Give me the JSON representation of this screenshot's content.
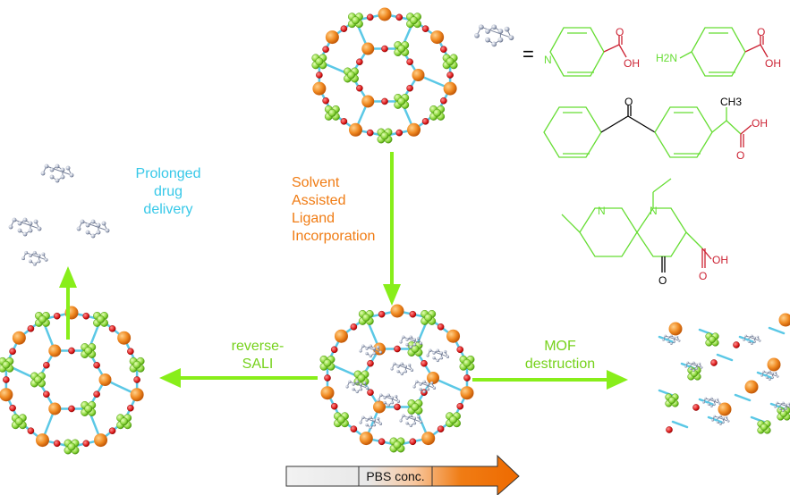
{
  "labels": {
    "sali": "Solvent\nAssisted\nLigand\nIncorporation",
    "prolonged": "Prolonged\ndrug\ndelivery",
    "reverse_sali": "reverse-\nSALI",
    "mof_destruction": "MOF\ndestruction",
    "pbs": "PBS conc.",
    "equals": "="
  },
  "molecules": {
    "pyridine_n": "N",
    "amine": "H2N",
    "oh1": "OH",
    "o1": "O",
    "oh2": "OH",
    "o2": "O",
    "ch3": "CH3",
    "oh3": "OH",
    "o3": "O",
    "o_keto": "O",
    "n_a": "N",
    "n_b": "N",
    "oh4": "OH",
    "o4": "O",
    "o5": "O"
  },
  "colors": {
    "linker": "#5bc8e6",
    "node_orange": "#f08a22",
    "node_red": "#e02020",
    "cluster_green": "#8ad63a",
    "arrow_green": "#88ee1a",
    "bond_green": "#66dd33",
    "acid_red": "#cc2233",
    "drug_gray": "#9aa3b8"
  },
  "icons": [
    "mof-cage-icon",
    "drug-molecule-icon",
    "arrow-icon",
    "pbs-gradient-arrow-icon"
  ]
}
